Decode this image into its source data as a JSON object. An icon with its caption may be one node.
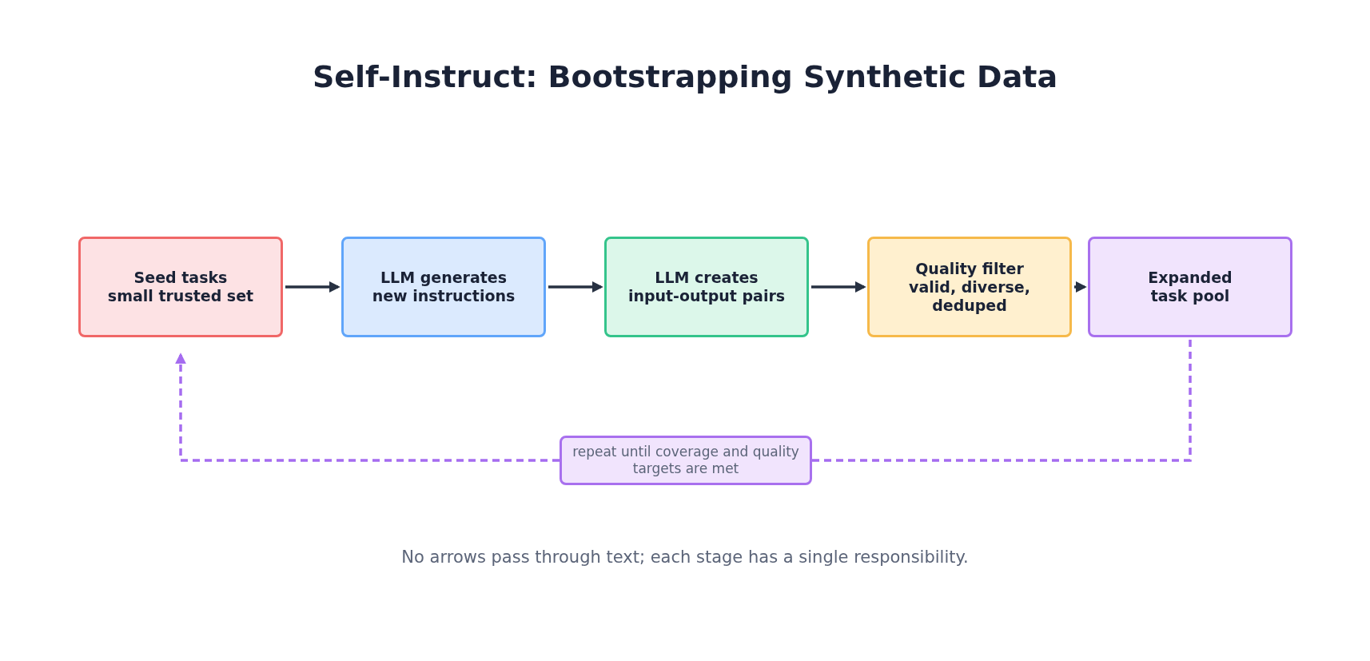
{
  "diagram": {
    "title": "Self-Instruct: Bootstrapping Synthetic Data",
    "caption": "No arrows pass through text; each stage has a single responsibility.",
    "nodes": [
      {
        "text": [
          "Seed tasks",
          "small trusted set"
        ]
      },
      {
        "text": [
          "LLM generates",
          "new instructions"
        ]
      },
      {
        "text": [
          "LLM creates",
          "input-output pairs"
        ]
      },
      {
        "text": [
          "Quality filter",
          "valid, diverse, deduped"
        ]
      },
      {
        "text": [
          "Expanded",
          "task pool"
        ]
      },
      {
        "text": [
          "repeat until coverage and quality targets are met"
        ]
      }
    ],
    "edges": [
      {
        "from": 0,
        "to": 1,
        "arrow": "to"
      },
      {
        "from": 1,
        "to": 2,
        "arrow": "to"
      },
      {
        "from": 2,
        "to": 3,
        "arrow": "to"
      },
      {
        "from": 3,
        "to": 4,
        "arrow": "to"
      },
      {
        "from": 4,
        "to": 5,
        "arrow": "none",
        "style": "dashed",
        "color": "#a56cf0"
      },
      {
        "from": 5,
        "to": 0,
        "arrow": "to",
        "style": "dashed",
        "color": "#a56cf0"
      }
    ]
  }
}
